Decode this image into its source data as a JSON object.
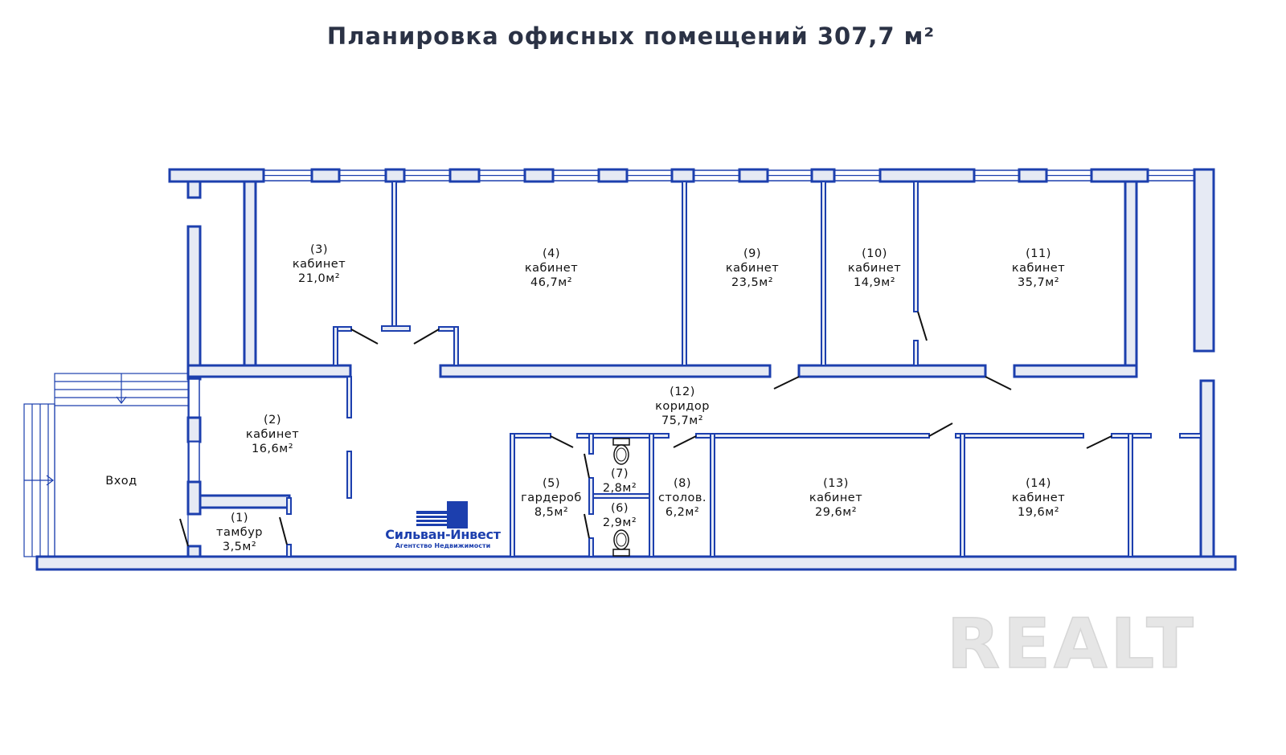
{
  "title": "Планировка офисных помещений 307,7 м²",
  "entrance_label": "Вход",
  "rooms": [
    {
      "num": "(1)",
      "name": "тамбур",
      "area": "3,5м²"
    },
    {
      "num": "(2)",
      "name": "кабинет",
      "area": "16,6м²"
    },
    {
      "num": "(3)",
      "name": "кабинет",
      "area": "21,0м²"
    },
    {
      "num": "(4)",
      "name": "кабинет",
      "area": "46,7м²"
    },
    {
      "num": "(5)",
      "name": "гардероб",
      "area": "8,5м²"
    },
    {
      "num": "(6)",
      "name": "",
      "area": "2,9м²"
    },
    {
      "num": "(7)",
      "name": "",
      "area": "2,8м²"
    },
    {
      "num": "(8)",
      "name": "столов.",
      "area": "6,2м²"
    },
    {
      "num": "(9)",
      "name": "кабинет",
      "area": "23,5м²"
    },
    {
      "num": "(10)",
      "name": "кабинет",
      "area": "14,9м²"
    },
    {
      "num": "(11)",
      "name": "кабинет",
      "area": "35,7м²"
    },
    {
      "num": "(12)",
      "name": "коридор",
      "area": "75,7м²"
    },
    {
      "num": "(13)",
      "name": "кабинет",
      "area": "29,6м²"
    },
    {
      "num": "(14)",
      "name": "кабинет",
      "area": "19,6м²"
    }
  ],
  "logo": {
    "name": "Сильван-Инвест",
    "subtitle": "Агентство Недвижимости"
  },
  "watermark": "REALT",
  "colors": {
    "wall": "#1c3fae",
    "wall_fill": "#e6eaf4",
    "title": "#2b3245"
  }
}
